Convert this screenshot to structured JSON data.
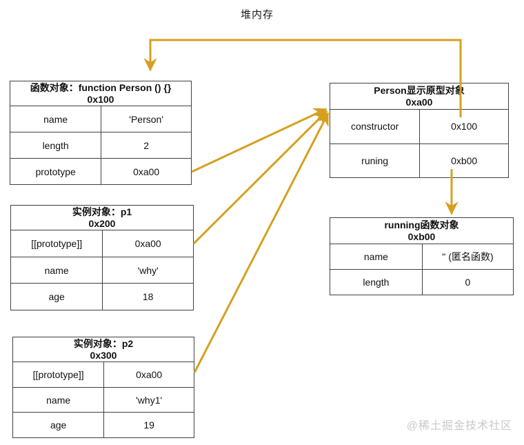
{
  "page": {
    "heap_label": "堆内存",
    "watermark": "@稀土掘金技术社区"
  },
  "colors": {
    "arrow": "#D5A021",
    "table_border": "#3F3F3F",
    "text": "#111111",
    "watermark": "#C9C9C9",
    "background": "#FFFFFF"
  },
  "tables": [
    {
      "id": "function-object",
      "title": "函数对象：function Person () {}",
      "address": "0x100",
      "rows": [
        {
          "key": "name",
          "value": "'Person'"
        },
        {
          "key": "length",
          "value": "2"
        },
        {
          "key": "prototype",
          "value": "0xa00"
        }
      ]
    },
    {
      "id": "instance-p1",
      "title": "实例对象：p1",
      "address": "0x200",
      "rows": [
        {
          "key": "[[prototype]]",
          "value": "0xa00"
        },
        {
          "key": "name",
          "value": "'why'"
        },
        {
          "key": "age",
          "value": "18"
        }
      ]
    },
    {
      "id": "instance-p2",
      "title": "实例对象：p2",
      "address": "0x300",
      "rows": [
        {
          "key": "[[prototype]]",
          "value": "0xa00"
        },
        {
          "key": "name",
          "value": "'why1'"
        },
        {
          "key": "age",
          "value": "19"
        }
      ]
    },
    {
      "id": "person-prototype",
      "title": "Person显示原型对象",
      "address": "0xa00",
      "rows": [
        {
          "key": "constructor",
          "value": "0x100"
        },
        {
          "key": "runing",
          "value": "0xb00"
        }
      ]
    },
    {
      "id": "running-function",
      "title": "running函数对象",
      "address": "0xb00",
      "rows": [
        {
          "key": "name",
          "value": "'' (匿名函数)"
        },
        {
          "key": "length",
          "value": "0"
        }
      ]
    }
  ],
  "arrows": [
    {
      "from": "person-prototype.constructor (0x100)",
      "to": "function-object"
    },
    {
      "from": "function-object.prototype (0xa00)",
      "to": "person-prototype"
    },
    {
      "from": "instance-p1.[[prototype]] (0xa00)",
      "to": "person-prototype"
    },
    {
      "from": "instance-p2.[[prototype]] (0xa00)",
      "to": "person-prototype"
    },
    {
      "from": "person-prototype.runing (0xb00)",
      "to": "running-function"
    }
  ]
}
